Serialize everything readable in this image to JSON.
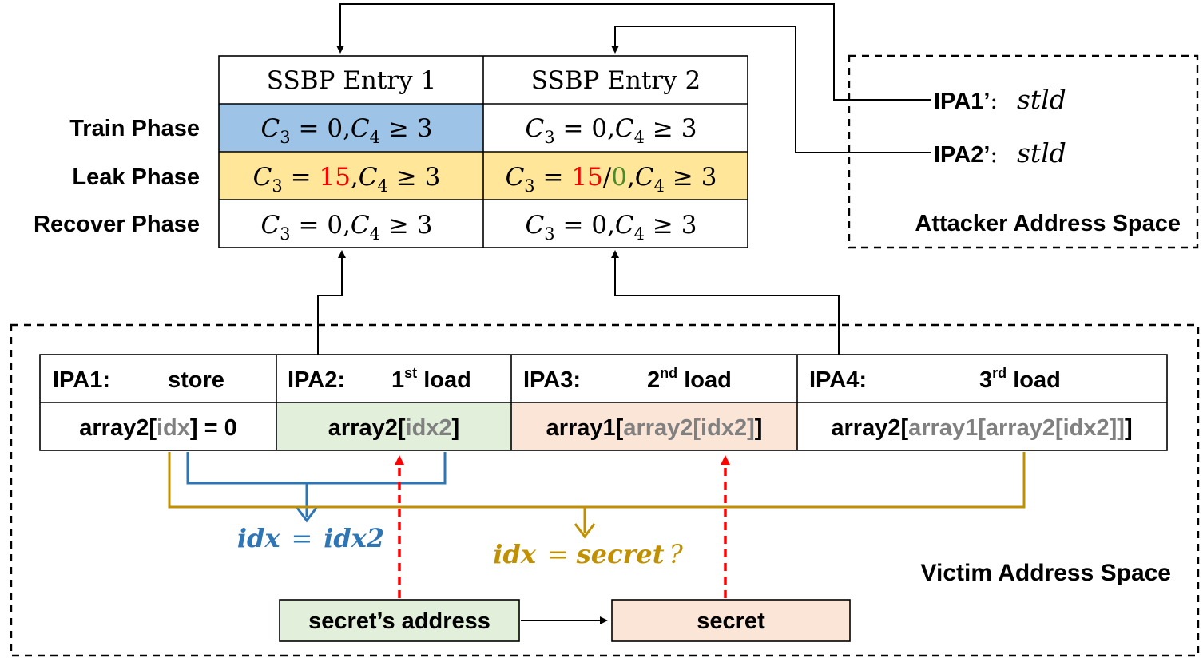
{
  "colors": {
    "train_fill": "#9dc3e6",
    "leak_fill": "#ffe699",
    "green_fill": "#e2efda",
    "peach_fill": "#fbe5d6",
    "blue_line": "#2e75b6",
    "gold_line": "#c09000",
    "red_line": "#ff0000"
  },
  "ssbp": {
    "entry1": "SSBP Entry 1",
    "entry2": "SSBP Entry 2",
    "phases": [
      "Train Phase",
      "Leak Phase",
      "Recover Phase"
    ]
  },
  "cells": {
    "eq": "=",
    "geq": "≥",
    "comma": ",",
    "slash": "/",
    "c": "C",
    "sub3": "3",
    "sub4": "4",
    "zero": "0",
    "three": "3",
    "fifteen": "15"
  },
  "attacker": {
    "label": "Attacker Address Space",
    "ipa1": "IPA1’",
    "ipa2": "IPA2’",
    "colon": ":",
    "instr": "stld"
  },
  "victim": {
    "label": "Victim Address Space",
    "headers": [
      {
        "ipa": "IPA1:",
        "op": "store",
        "sup": ""
      },
      {
        "ipa": "IPA2:",
        "op_pre": "1",
        "sup": "st",
        "op": "load"
      },
      {
        "ipa": "IPA3:",
        "op_pre": "2",
        "sup": "nd",
        "op": "load"
      },
      {
        "ipa": "IPA4:",
        "op_pre": "3",
        "sup": "rd",
        "op": "load"
      }
    ],
    "code1": {
      "a": "array2[",
      "b": "idx",
      "c": "] = 0"
    },
    "code2": {
      "a": "array2[",
      "b": "idx2",
      "c": "]"
    },
    "code3": {
      "a": "array1[",
      "b": "array2[idx2]",
      "c": "]"
    },
    "code4": {
      "a": "array2[",
      "b": "array1[array2[idx2]]",
      "c": "]"
    },
    "eq_blue": {
      "lhs": "idx",
      "op": "=",
      "rhs": "idx2"
    },
    "eq_gold": {
      "lhs": "idx",
      "op": "=",
      "rhs": "secret",
      "q": "?"
    },
    "secret_addr": "secret’s address",
    "secret": "secret"
  }
}
